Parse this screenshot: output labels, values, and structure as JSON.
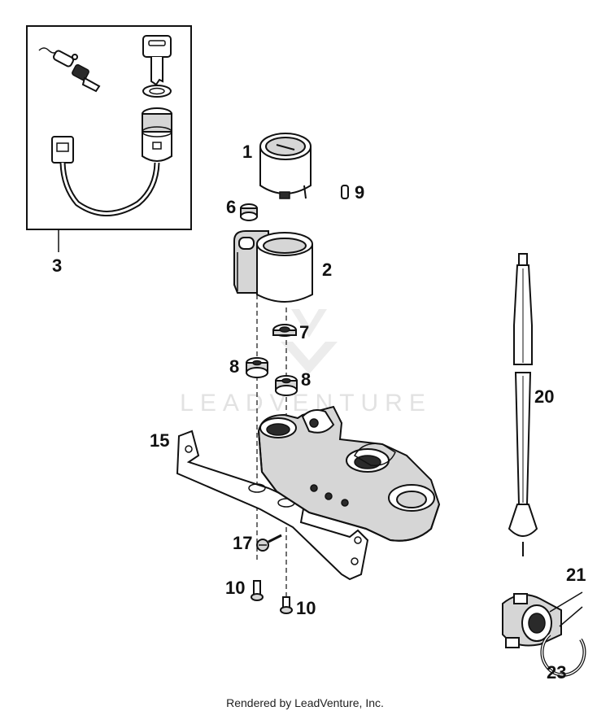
{
  "diagram": {
    "callouts": {
      "c1": "1",
      "c2": "2",
      "c3": "3",
      "c6": "6",
      "c7": "7",
      "c8a": "8",
      "c8b": "8",
      "c9": "9",
      "c10a": "10",
      "c10b": "10",
      "c15": "15",
      "c17": "17",
      "c20": "20",
      "c21": "21",
      "c23": "23"
    },
    "watermark": "LEADVENTURE",
    "footer": "Rendered by LeadVenture, Inc."
  }
}
